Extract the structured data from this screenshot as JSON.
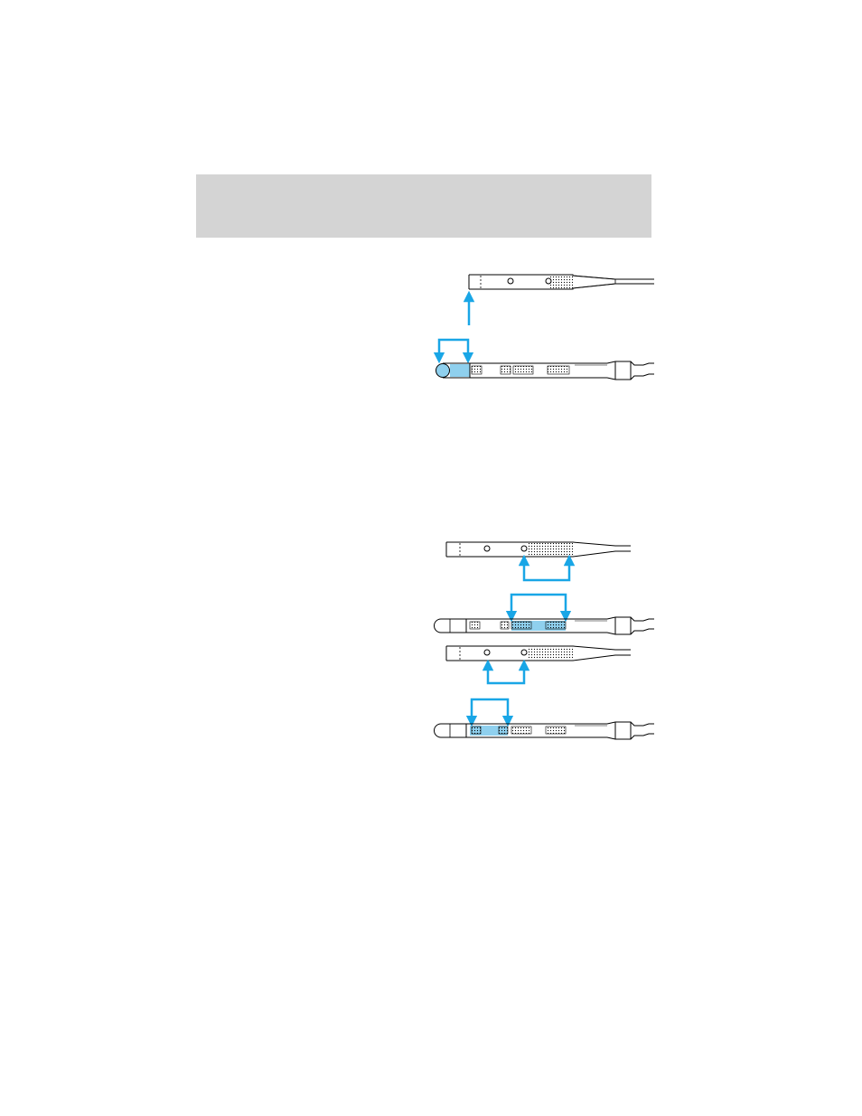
{
  "header": {
    "title": ""
  },
  "colors": {
    "arrow": "#19a6e6",
    "highlight": "#8fd0ee",
    "line": "#000000",
    "header_bg": "#d4d4d4"
  },
  "figures": [
    {
      "name": "remove-end-cap-step",
      "icon": "multifunction-stalk-end-removal"
    },
    {
      "name": "swap-segment-steps",
      "icon": "multifunction-stalk-segment-swap"
    }
  ]
}
